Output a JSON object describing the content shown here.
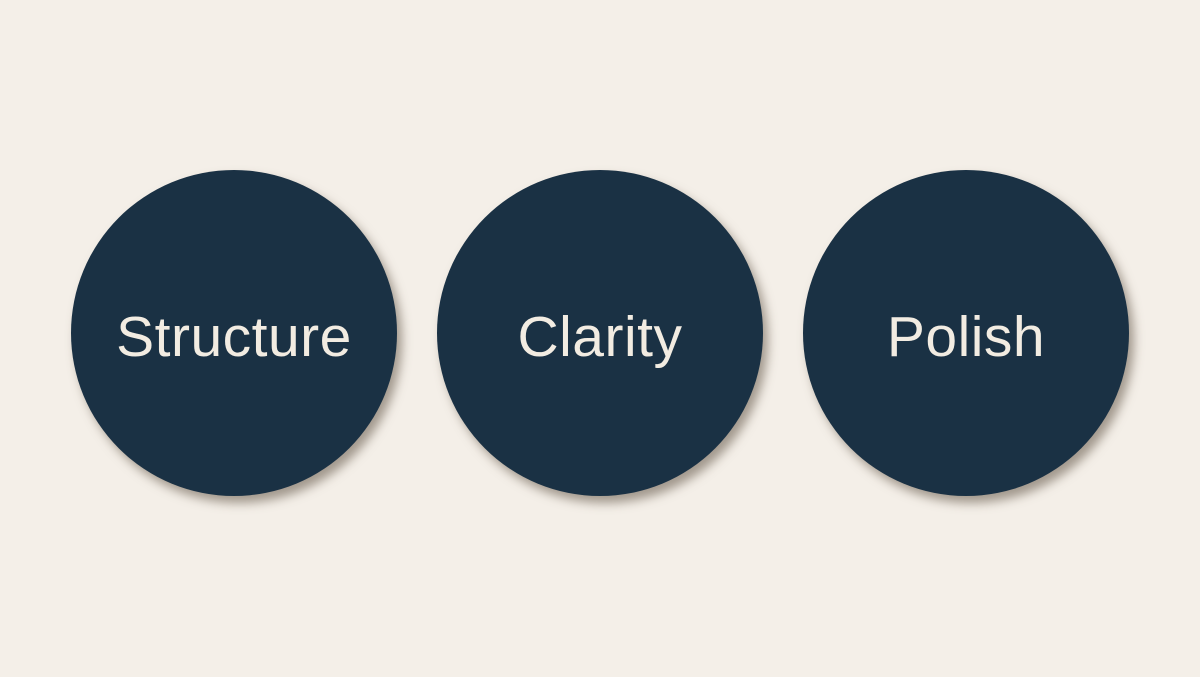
{
  "slide": {
    "background_color": "#f4efe8"
  },
  "circles": [
    {
      "label": "Structure"
    },
    {
      "label": "Clarity"
    },
    {
      "label": "Polish"
    }
  ],
  "colors": {
    "circle_fill": "#1a3144",
    "label_text": "#f2ece2",
    "background": "#f4efe8",
    "shadow": "rgba(94,82,68,0.55)"
  }
}
